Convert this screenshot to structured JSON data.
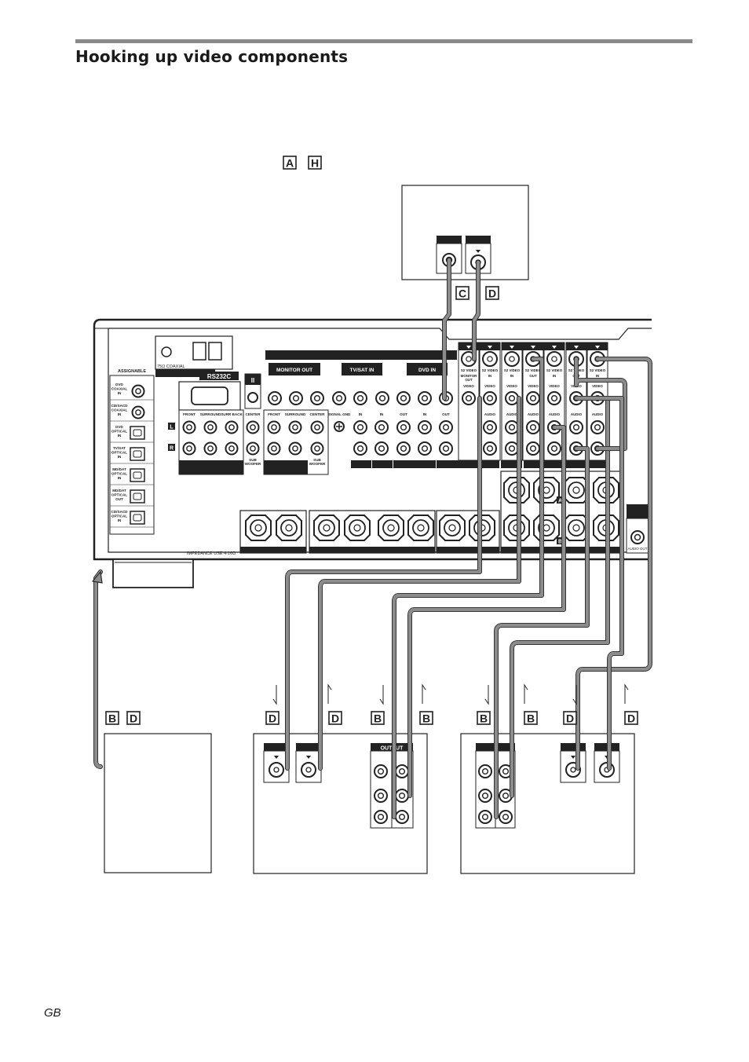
{
  "page": {
    "title": "Hooking up video components",
    "footer": "GB"
  },
  "badges": {
    "top": [
      "A",
      "H"
    ],
    "monitor": [
      "C",
      "D"
    ],
    "left_device": [
      "B",
      "D"
    ],
    "middle_device": [
      "D",
      "D",
      "B",
      "B"
    ],
    "right_device": [
      "B",
      "B",
      "D",
      "D"
    ]
  },
  "receiver": {
    "am_label": "75Ω COAXIAL",
    "assignable_label": "ASSIGNABLE",
    "rs232_label": "RS232C",
    "ir_label": "II",
    "l_mark": "L",
    "r_mark": "R",
    "digital_inputs": [
      {
        "label": "DVD COAXIAL IN",
        "type": "coax"
      },
      {
        "label": "CD/SACD COAXIAL IN",
        "type": "coax"
      },
      {
        "label": "DVD OPTICAL IN",
        "type": "optical"
      },
      {
        "label": "TV/SAT OPTICAL IN",
        "type": "optical"
      },
      {
        "label": "MD/DAT OPTICAL IN",
        "type": "optical"
      },
      {
        "label": "MD/DAT OPTICAL OUT",
        "type": "optical"
      },
      {
        "label": "CD/SACD OPTICAL IN",
        "type": "optical"
      }
    ],
    "preout_a_labels": [
      "FRONT",
      "SURROUND",
      "SURR BACK",
      "CENTER"
    ],
    "preout_b_labels": [
      "FRONT",
      "SURROUND",
      "CENTER"
    ],
    "sub_woofer": "SUB WOOFER",
    "signal_gnd": "SIGNAL GND",
    "groups": [
      "MONITOR OUT",
      "TV/SAT IN",
      "DVD IN"
    ],
    "group_in": "IN",
    "group_out": "OUT",
    "svideo_header": "S2 VIDEO",
    "monitor_out_label": "MONITOR OUT",
    "svideo_columns": [
      "MONITOR OUT",
      "IN",
      "IN",
      "OUT",
      "IN",
      "OUT",
      "IN"
    ],
    "video_label": "VIDEO",
    "audio_label": "AUDIO",
    "speaker_a": "A",
    "speaker_b": "B",
    "impedance": "IMPEDANCE USE 4-16Ω",
    "audio_out": "AUDIO OUT"
  },
  "devices": {
    "middle_output_label": "OUTPUT"
  }
}
